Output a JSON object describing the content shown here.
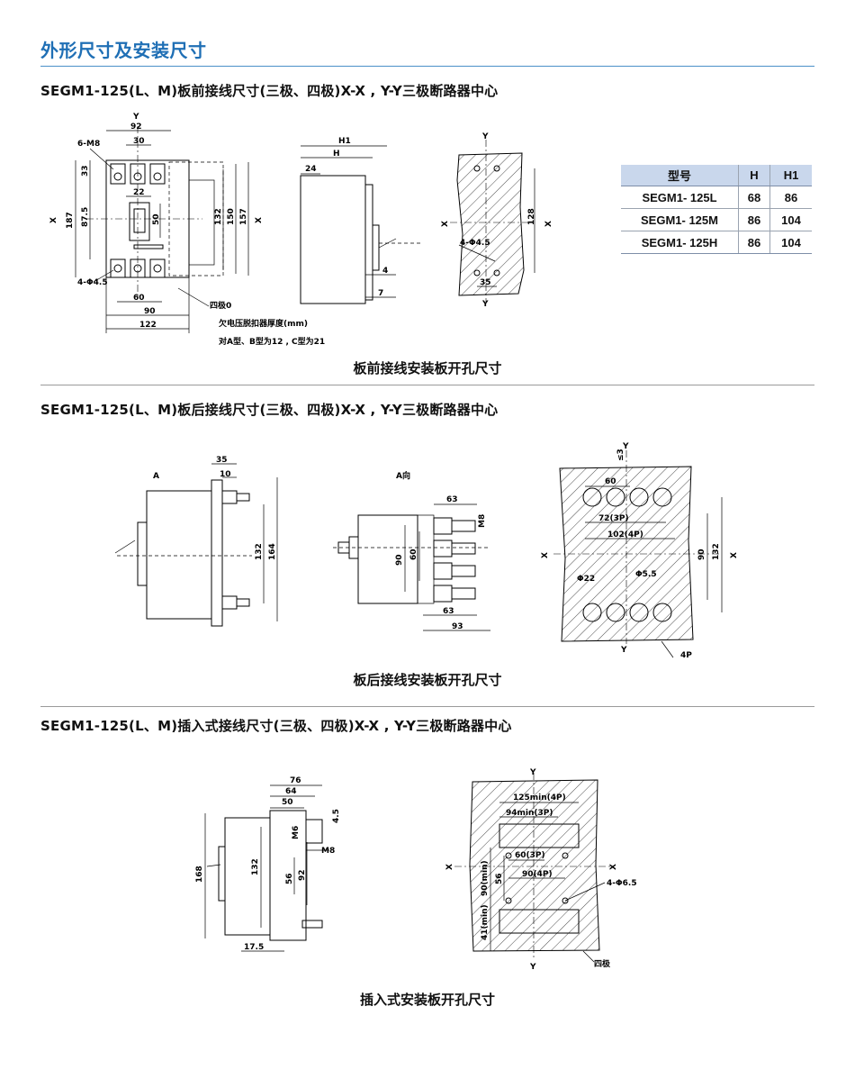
{
  "page_title": "外形尺寸及安装尺寸",
  "sections": [
    {
      "heading": "SEGM1-125(L、M)板前接线尺寸(三极、四极)X-X , Y-Y三极断路器中心",
      "caption": "板前接线安装板开孔尺寸",
      "notes": [
        "欠电压脱扣器厚度(mm)",
        "对A型、B型为12 , C型为21"
      ],
      "dims": {
        "front": [
          "Y",
          "92",
          "30",
          "6-M8",
          "33",
          "22",
          "X",
          "187",
          "87.5",
          "50",
          "132",
          "150",
          "157",
          "X",
          "4-Φ4.5",
          "60",
          "90",
          "122",
          "四极0"
        ],
        "side": [
          "H1",
          "H",
          "24",
          "4",
          "7"
        ],
        "panel": [
          "Y",
          "X",
          "128",
          "X",
          "4-Φ4.5",
          "35",
          "Y"
        ]
      },
      "table": {
        "headers": [
          "型号",
          "H",
          "H1"
        ],
        "rows": [
          [
            "SEGM1- 125L",
            "68",
            "86"
          ],
          [
            "SEGM1- 125M",
            "86",
            "104"
          ],
          [
            "SEGM1- 125H",
            "86",
            "104"
          ]
        ]
      }
    },
    {
      "heading": "SEGM1-125(L、M)板后接线尺寸(三极、四极)X-X , Y-Y三极断路器中心",
      "caption": "板后接线安装板开孔尺寸",
      "dims": {
        "side": [
          "A",
          "35",
          "10",
          "132",
          "164"
        ],
        "a_view": [
          "A向",
          "63",
          "M8",
          "90",
          "60",
          "63",
          "93"
        ],
        "panel": [
          "Y",
          "≤3",
          "60",
          "72(3P)",
          "102(4P)",
          "X",
          "90",
          "132",
          "X",
          "Φ22",
          "Φ5.5",
          "Y",
          "4P"
        ]
      }
    },
    {
      "heading": "SEGM1-125(L、M)插入式接线尺寸(三极、四极)X-X , Y-Y三极断路器中心",
      "caption": "插入式安装板开孔尺寸",
      "dims": {
        "side": [
          "76",
          "64",
          "50",
          "4.5",
          "M6",
          "M8",
          "168",
          "132",
          "56",
          "92",
          "17.5"
        ],
        "panel": [
          "Y",
          "125min(4P)",
          "94min(3P)",
          "X",
          "60(3P)",
          "X",
          "90(min)",
          "56",
          "90(4P)",
          "4-Φ6.5",
          "41(min)",
          "Y",
          "四极"
        ]
      }
    }
  ]
}
